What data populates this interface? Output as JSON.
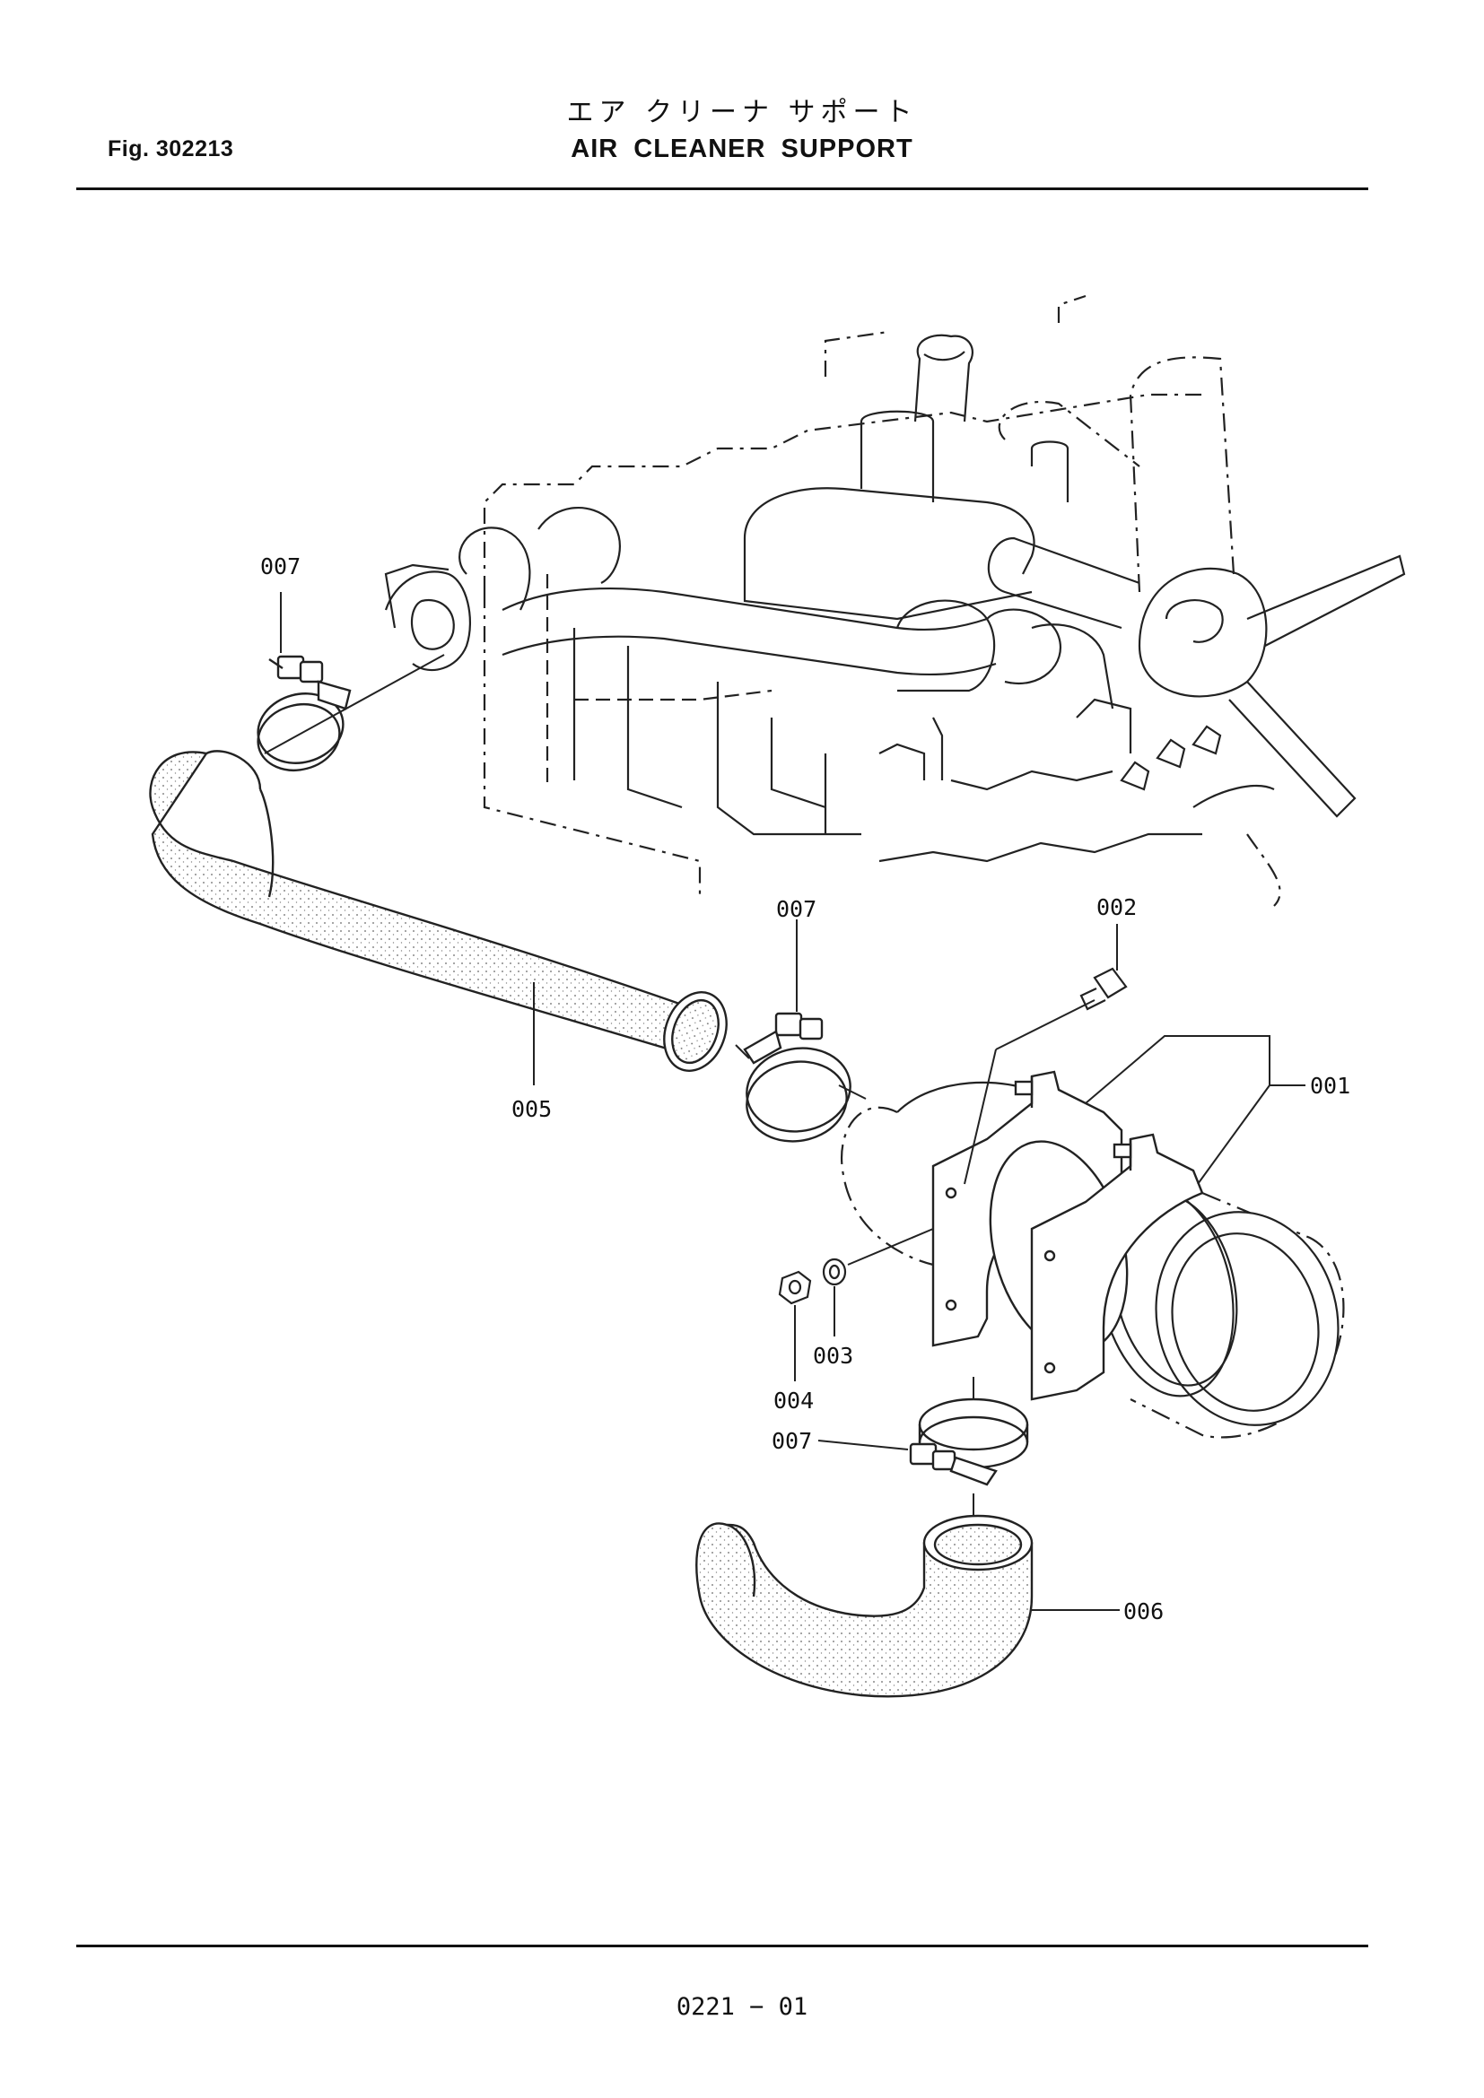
{
  "header": {
    "figure": "Fig. 302213",
    "title_jp": "エア クリーナ サポート",
    "title_en": "AIR CLEANER SUPPORT"
  },
  "callouts": {
    "c001": "001",
    "c002": "002",
    "c003": "003",
    "c004": "004",
    "c005": "005",
    "c006": "006",
    "c007_top": "007",
    "c007_mid": "007",
    "c007_bottom": "007"
  },
  "footer": {
    "page_code": "0221 − 01"
  }
}
